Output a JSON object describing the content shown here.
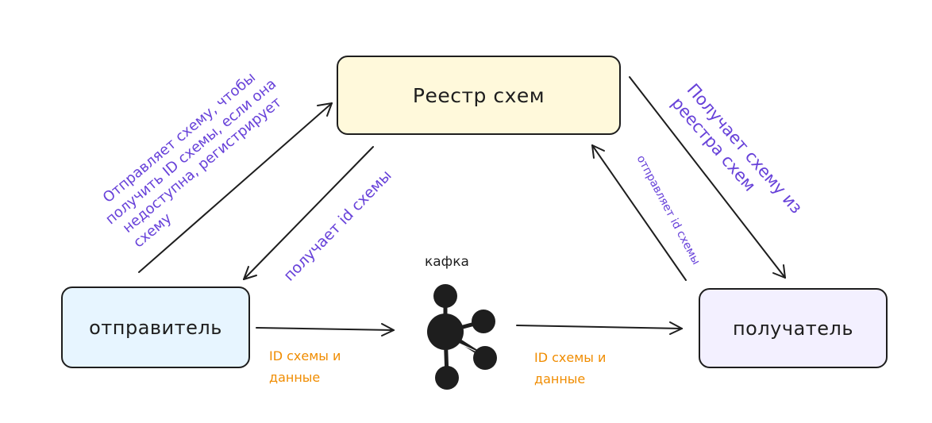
{
  "nodes": {
    "registry": "Реестр схем",
    "sender": "отправитель",
    "receiver": "получатель",
    "kafka": "кафка"
  },
  "edges": {
    "sender_to_registry": [
      "Отправляет схему, чтобы",
      "получить ID схемы, если она",
      "недоступна, регистрирует",
      "схему"
    ],
    "registry_to_sender": "получает id схемы",
    "receiver_to_registry": "отправляет id схемы",
    "registry_to_receiver": [
      "Получает схему из",
      "реестра схем"
    ],
    "sender_to_kafka": [
      "ID схемы и",
      "данные"
    ],
    "kafka_to_receiver": [
      "ID схемы и",
      "данные"
    ]
  },
  "colors": {
    "registry_fill": "#fff9db",
    "sender_fill": "#e7f5ff",
    "receiver_fill": "#f3f0ff",
    "label_purple": "#6741d9",
    "label_orange": "#f08c00",
    "stroke": "#1e1e1e"
  },
  "icons": {
    "kafka": "kafka-logo-icon"
  }
}
